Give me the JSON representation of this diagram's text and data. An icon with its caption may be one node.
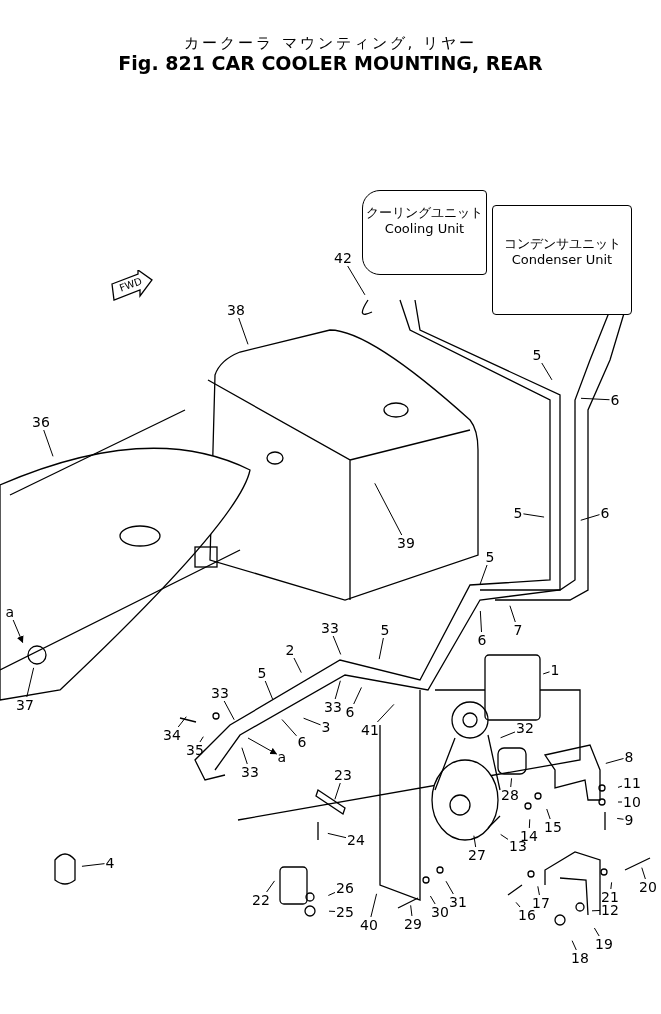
{
  "diagram": {
    "title": "Fig. 821 CAR COOLER MOUNTING, REAR",
    "nodes": [
      {
        "text": [
          "FWD"
        ]
      },
      {
        "text": [
          "クーリングユニット",
          "Cooling Unit"
        ]
      },
      {
        "text": [
          "コンデンサユニット",
          "Condenser Unit"
        ]
      },
      {
        "text": [
          "42"
        ]
      },
      {
        "text": [
          "38"
        ]
      },
      {
        "text": [
          "36"
        ]
      },
      {
        "text": [
          "5"
        ]
      },
      {
        "text": [
          "6"
        ]
      },
      {
        "text": [
          "39"
        ]
      },
      {
        "text": [
          "5"
        ]
      },
      {
        "text": [
          "6"
        ]
      },
      {
        "text": [
          "5"
        ]
      },
      {
        "text": [
          "6"
        ]
      },
      {
        "text": [
          "7"
        ]
      },
      {
        "text": [
          "a"
        ]
      },
      {
        "text": [
          "37"
        ]
      },
      {
        "text": [
          "33"
        ]
      },
      {
        "text": [
          "5"
        ]
      },
      {
        "text": [
          "2"
        ]
      },
      {
        "text": [
          "1"
        ]
      },
      {
        "text": [
          "5"
        ]
      },
      {
        "text": [
          "33"
        ]
      },
      {
        "text": [
          "33"
        ]
      },
      {
        "text": [
          "6"
        ]
      },
      {
        "text": [
          "3"
        ]
      },
      {
        "text": [
          "41"
        ]
      },
      {
        "text": [
          "34"
        ]
      },
      {
        "text": [
          "35"
        ]
      },
      {
        "text": [
          "6"
        ]
      },
      {
        "text": [
          "32"
        ]
      },
      {
        "text": [
          "a"
        ]
      },
      {
        "text": [
          "33"
        ]
      },
      {
        "text": [
          "8"
        ]
      },
      {
        "text": [
          "23"
        ]
      },
      {
        "text": [
          "28"
        ]
      },
      {
        "text": [
          "11"
        ]
      },
      {
        "text": [
          "10"
        ]
      },
      {
        "text": [
          "9"
        ]
      },
      {
        "text": [
          "14"
        ]
      },
      {
        "text": [
          "15"
        ]
      },
      {
        "text": [
          "24"
        ]
      },
      {
        "text": [
          "13"
        ]
      },
      {
        "text": [
          "27"
        ]
      },
      {
        "text": [
          "4"
        ]
      },
      {
        "text": [
          "20"
        ]
      },
      {
        "text": [
          "26"
        ]
      },
      {
        "text": [
          "22"
        ]
      },
      {
        "text": [
          "21"
        ]
      },
      {
        "text": [
          "12"
        ]
      },
      {
        "text": [
          "17"
        ]
      },
      {
        "text": [
          "16"
        ]
      },
      {
        "text": [
          "25"
        ]
      },
      {
        "text": [
          "29"
        ]
      },
      {
        "text": [
          "30"
        ]
      },
      {
        "text": [
          "31"
        ]
      },
      {
        "text": [
          "18"
        ]
      },
      {
        "text": [
          "19"
        ]
      },
      {
        "text": [
          "40"
        ]
      }
    ],
    "edges": [
      {
        "from": 3,
        "to": null,
        "arrow": "none"
      },
      {
        "from": 4,
        "to": null,
        "arrow": "none"
      },
      {
        "from": 5,
        "to": null,
        "arrow": "none"
      },
      {
        "from": 6,
        "to": null,
        "arrow": "none"
      },
      {
        "from": 7,
        "to": null,
        "arrow": "none"
      },
      {
        "from": 8,
        "to": null,
        "arrow": "none"
      },
      {
        "from": 9,
        "to": null,
        "arrow": "none"
      },
      {
        "from": 10,
        "to": null,
        "arrow": "none"
      },
      {
        "from": 11,
        "to": null,
        "arrow": "none"
      },
      {
        "from": 12,
        "to": null,
        "arrow": "none"
      },
      {
        "from": 13,
        "to": null,
        "arrow": "none"
      },
      {
        "from": 14,
        "to": null,
        "arrow": "to"
      },
      {
        "from": 15,
        "to": null,
        "arrow": "none"
      },
      {
        "from": 16,
        "to": null,
        "arrow": "none"
      },
      {
        "from": 17,
        "to": null,
        "arrow": "none"
      },
      {
        "from": 18,
        "to": null,
        "arrow": "none"
      },
      {
        "from": 19,
        "to": null,
        "arrow": "none"
      },
      {
        "from": 20,
        "to": null,
        "arrow": "none"
      },
      {
        "from": 21,
        "to": null,
        "arrow": "none"
      },
      {
        "from": 22,
        "to": null,
        "arrow": "none"
      },
      {
        "from": 23,
        "to": null,
        "arrow": "none"
      },
      {
        "from": 24,
        "to": null,
        "arrow": "none"
      },
      {
        "from": 25,
        "to": null,
        "arrow": "none"
      },
      {
        "from": 26,
        "to": null,
        "arrow": "none"
      },
      {
        "from": 27,
        "to": null,
        "arrow": "none"
      },
      {
        "from": 28,
        "to": null,
        "arrow": "none"
      },
      {
        "from": 29,
        "to": null,
        "arrow": "none"
      },
      {
        "from": null,
        "to": 30,
        "arrow": "to"
      },
      {
        "from": 31,
        "to": null,
        "arrow": "none"
      },
      {
        "from": 32,
        "to": null,
        "arrow": "none"
      },
      {
        "from": 33,
        "to": null,
        "arrow": "none"
      },
      {
        "from": 34,
        "to": null,
        "arrow": "none"
      },
      {
        "from": 35,
        "to": null,
        "arrow": "none"
      },
      {
        "from": 36,
        "to": null,
        "arrow": "none"
      },
      {
        "from": 37,
        "to": null,
        "arrow": "none"
      },
      {
        "from": 38,
        "to": null,
        "arrow": "none"
      },
      {
        "from": 39,
        "to": null,
        "arrow": "none"
      },
      {
        "from": 40,
        "to": null,
        "arrow": "none"
      },
      {
        "from": 41,
        "to": null,
        "arrow": "none"
      },
      {
        "from": 42,
        "to": null,
        "arrow": "none"
      },
      {
        "from": 43,
        "to": null,
        "arrow": "none"
      },
      {
        "from": 44,
        "to": null,
        "arrow": "none"
      },
      {
        "from": 45,
        "to": null,
        "arrow": "none"
      },
      {
        "from": 46,
        "to": null,
        "arrow": "none"
      },
      {
        "from": 47,
        "to": null,
        "arrow": "none"
      },
      {
        "from": 48,
        "to": null,
        "arrow": "none"
      },
      {
        "from": 49,
        "to": null,
        "arrow": "none"
      },
      {
        "from": 50,
        "to": null,
        "arrow": "none"
      },
      {
        "from": 51,
        "to": null,
        "arrow": "none"
      },
      {
        "from": 52,
        "to": null,
        "arrow": "none"
      },
      {
        "from": 53,
        "to": null,
        "arrow": "none"
      },
      {
        "from": 54,
        "to": null,
        "arrow": "none"
      },
      {
        "from": 55,
        "to": null,
        "arrow": "none"
      },
      {
        "from": 56,
        "to": null,
        "arrow": "none"
      },
      {
        "from": 57,
        "to": null,
        "arrow": "none"
      }
    ],
    "labels": [
      "カークーラ マウンティング, リヤー"
    ]
  }
}
